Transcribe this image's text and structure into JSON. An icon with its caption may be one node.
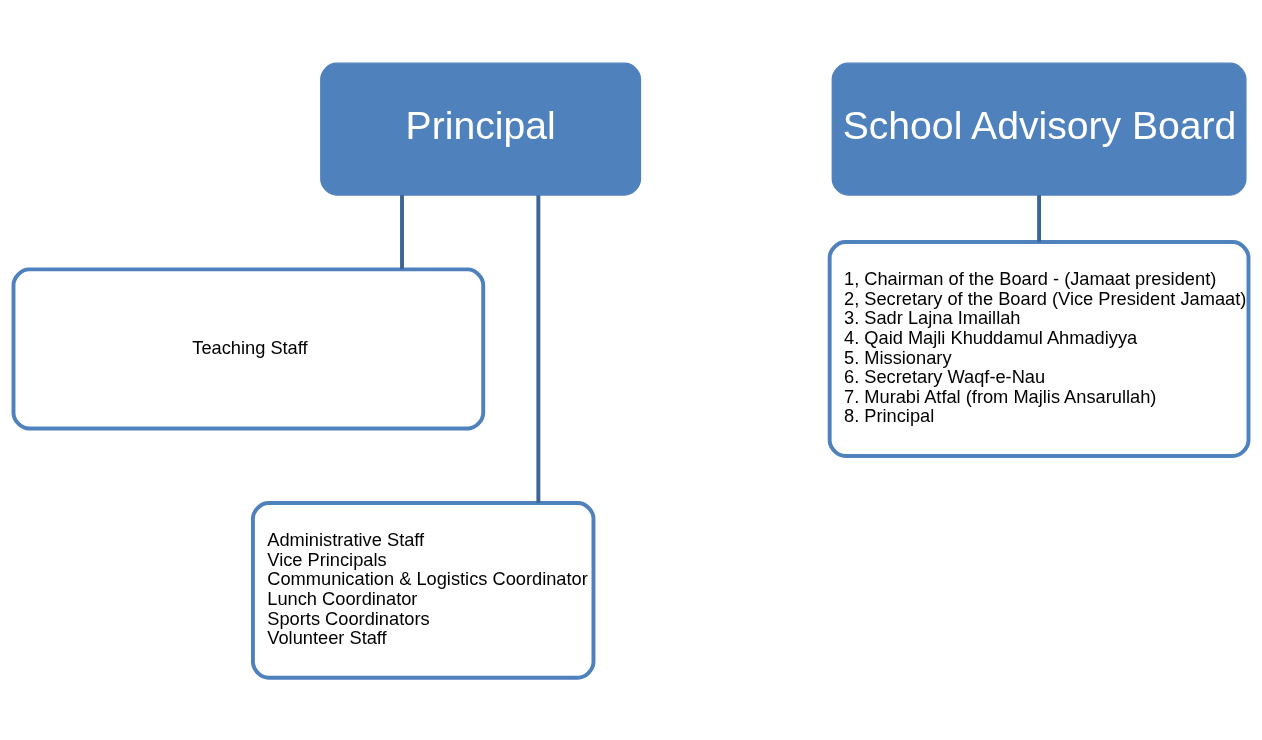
{
  "diagram": {
    "nodes": [
      {
        "text": [
          "Principal"
        ]
      },
      {
        "text": [
          "Teaching Staff"
        ]
      },
      {
        "text": [
          "Administrative Staff",
          "Vice Principals",
          "Communication & Logistics Coordinator",
          "Lunch Coordinator",
          "Sports Coordinators",
          "Volunteer Staff"
        ]
      },
      {
        "text": [
          "School Advisory Board"
        ]
      },
      {
        "text": [
          "1, Chairman of the Board - (Jamaat president)",
          "2, Secretary of the Board (Vice President Jamaat)",
          "3. Sadr Lajna Imaillah",
          "4. Qaid Majli Khuddamul Ahmadiyya",
          "5. Missionary",
          "6. Secretary Waqf-e-Nau",
          "7. Murabi Atfal (from Majlis Ansarullah)",
          "8. Principal"
        ]
      }
    ],
    "edges": [
      {
        "from": 0,
        "to": 1,
        "arrow": "none"
      },
      {
        "from": 0,
        "to": 2,
        "arrow": "none"
      },
      {
        "from": 3,
        "to": 4,
        "arrow": "none"
      }
    ]
  }
}
